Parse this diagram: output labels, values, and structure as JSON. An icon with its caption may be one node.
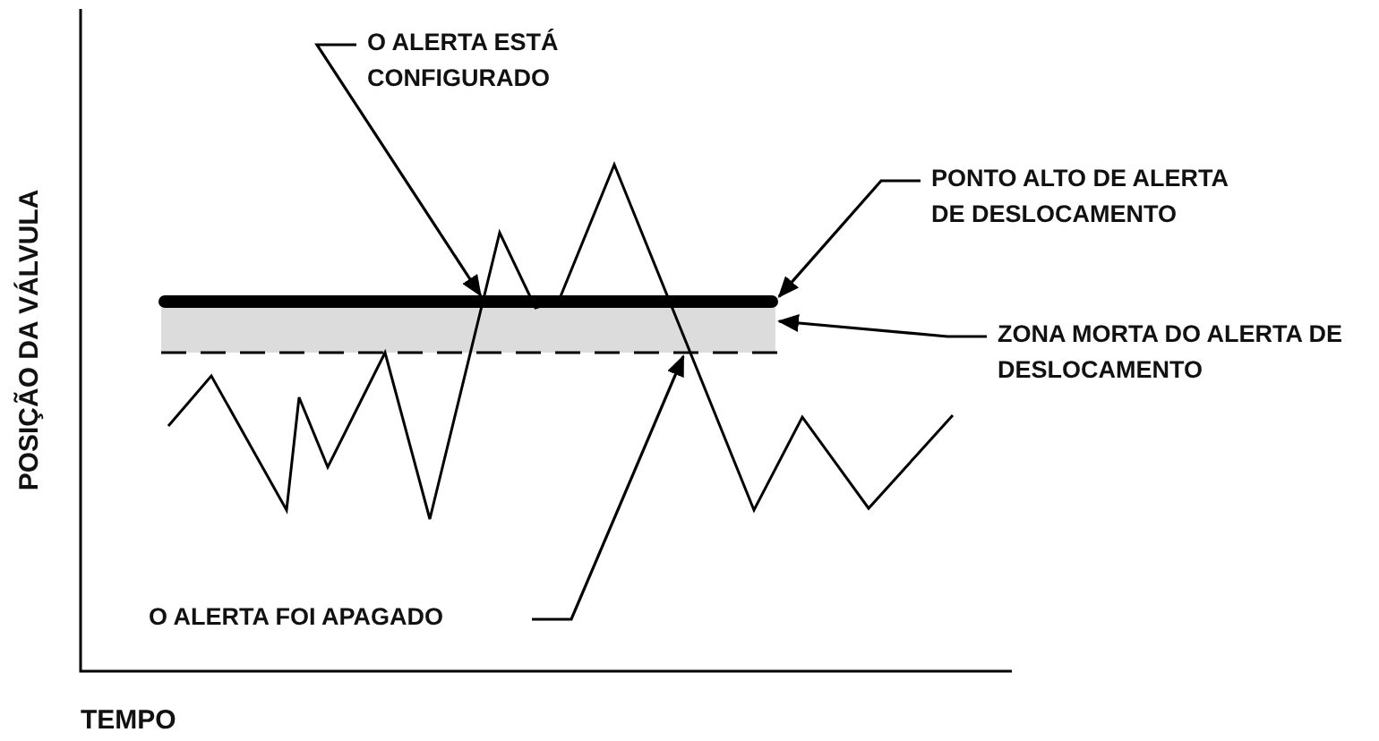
{
  "diagram": {
    "nodes": [
      {
        "text": [
          "O ALERTA ESTÁ CONFIGURADO"
        ]
      },
      {
        "text": [
          "PONTO ALTO DE ALERTA DE DESLOCAMENTO"
        ]
      },
      {
        "text": [
          "ZONA MORTA DO ALERTA DE DESLOCAMENTO"
        ]
      },
      {
        "text": [
          "O ALERTA FOI APAGADO"
        ]
      },
      {
        "text": [],
        "shape": "bar"
      },
      {
        "text": [],
        "shape": "box"
      }
    ],
    "edges": [
      {
        "from": 0,
        "to": 4,
        "arrow": "to"
      },
      {
        "from": 1,
        "to": 4,
        "arrow": "to"
      },
      {
        "from": 2,
        "to": 5,
        "arrow": "to"
      },
      {
        "from": 3,
        "to": 5,
        "arrow": "to"
      }
    ],
    "labels": [
      "POSIÇÃO DA VÁLVULA",
      "TEMPO"
    ]
  }
}
